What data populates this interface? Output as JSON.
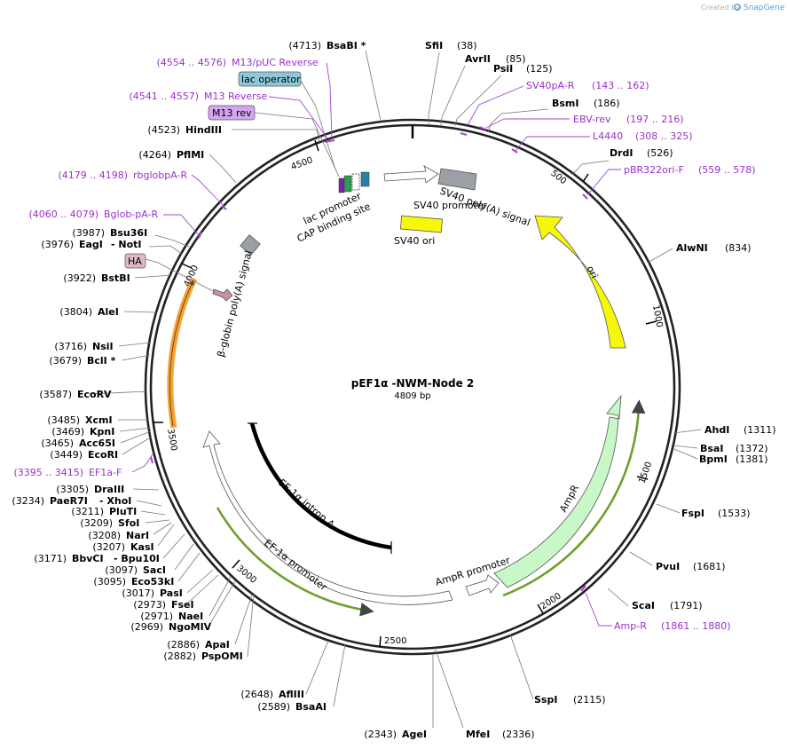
{
  "credit": {
    "created_by": "Created by",
    "brand": "SnapGene"
  },
  "plasmid": {
    "name": "pEF1α -NWM-Node 2",
    "length": "4809 bp"
  },
  "ruler": [
    "500",
    "1000",
    "1500",
    "2000",
    "2500",
    "3000",
    "3500",
    "4000",
    "4500"
  ],
  "features": {
    "sv40_polya": "SV40 poly(A) signal",
    "sv40_promoter": "SV40 promoter",
    "sv40_ori": "SV40 ori",
    "ori": "ori",
    "ampr": "AmpR",
    "ampr_promoter": "AmpR promoter",
    "ef1a_promoter": "EF-1α promoter",
    "ef1a_intron": "EF-1α intron A",
    "bglobin": "β-globin poly(A) signal",
    "lac_promoter": "lac promoter",
    "cap_site": "CAP binding site",
    "lac_operator": "lac operator",
    "m13_rev": "M13 rev",
    "ha": "HA"
  },
  "enzymes_right": [
    {
      "name": "SfiI",
      "pos": "(38)"
    },
    {
      "name": "AvrII",
      "pos": "(85)"
    },
    {
      "name": "PsiI",
      "pos": "(125)"
    },
    {
      "name": "BsmI",
      "pos": "(186)"
    },
    {
      "name": "DrdI",
      "pos": "(526)"
    },
    {
      "name": "AlwNI",
      "pos": "(834)"
    },
    {
      "name": "AhdI",
      "pos": "(1311)"
    },
    {
      "name": "BsaI",
      "pos": "(1372)"
    },
    {
      "name": "BpmI",
      "pos": "(1381)"
    },
    {
      "name": "FspI",
      "pos": "(1533)"
    },
    {
      "name": "PvuI",
      "pos": "(1681)"
    },
    {
      "name": "ScaI",
      "pos": "(1791)"
    },
    {
      "name": "SspI",
      "pos": "(2115)"
    },
    {
      "name": "MfeI",
      "pos": "(2336)"
    }
  ],
  "primers_right": [
    {
      "name": "SV40pA-R",
      "range": "(143 .. 162)"
    },
    {
      "name": "EBV-rev",
      "range": "(197 .. 216)"
    },
    {
      "name": "L4440",
      "range": "(308 .. 325)"
    },
    {
      "name": "pBR322ori-F",
      "range": "(559 .. 578)"
    },
    {
      "name": "Amp-R",
      "range": "(1861 .. 1880)"
    }
  ],
  "enzymes_left": [
    {
      "pos": "(4713)",
      "name": "BsaBI *"
    },
    {
      "pos": "(4523)",
      "name": "HindIII"
    },
    {
      "pos": "(4264)",
      "name": "PflMI"
    },
    {
      "pos": "(3987)",
      "name": "Bsu36I"
    },
    {
      "pos": "(3976)",
      "name": "EagI",
      "extra": "- NotI"
    },
    {
      "pos": "(3922)",
      "name": "BstBI"
    },
    {
      "pos": "(3804)",
      "name": "AleI"
    },
    {
      "pos": "(3716)",
      "name": "NsiI"
    },
    {
      "pos": "(3679)",
      "name": "BclI *"
    },
    {
      "pos": "(3587)",
      "name": "EcoRV"
    },
    {
      "pos": "(3485)",
      "name": "XcmI"
    },
    {
      "pos": "(3469)",
      "name": "KpnI"
    },
    {
      "pos": "(3465)",
      "name": "Acc65I"
    },
    {
      "pos": "(3449)",
      "name": "EcoRI"
    },
    {
      "pos": "(3305)",
      "name": "DraIII"
    },
    {
      "pos": "(3234)",
      "name": "PaeR7I",
      "extra": "- XhoI"
    },
    {
      "pos": "(3211)",
      "name": "PluTI"
    },
    {
      "pos": "(3209)",
      "name": "SfoI"
    },
    {
      "pos": "(3208)",
      "name": "NarI"
    },
    {
      "pos": "(3207)",
      "name": "KasI"
    },
    {
      "pos": "(3171)",
      "name": "BbvCI",
      "extra": "- Bpu10I"
    },
    {
      "pos": "(3097)",
      "name": "SacI"
    },
    {
      "pos": "(3095)",
      "name": "Eco53kI"
    },
    {
      "pos": "(3017)",
      "name": "PasI"
    },
    {
      "pos": "(2973)",
      "name": "FseI"
    },
    {
      "pos": "(2971)",
      "name": "NaeI"
    },
    {
      "pos": "(2969)",
      "name": "NgoMIV"
    },
    {
      "pos": "(2886)",
      "name": "ApaI"
    },
    {
      "pos": "(2882)",
      "name": "PspOMI"
    },
    {
      "pos": "(2648)",
      "name": "AflIII"
    },
    {
      "pos": "(2589)",
      "name": "BsaAI"
    },
    {
      "pos": "(2343)",
      "name": "AgeI"
    }
  ],
  "primers_left": [
    {
      "range": "(4554 .. 4576)",
      "name": "M13/pUC Reverse"
    },
    {
      "range": "(4541 .. 4557)",
      "name": "M13 Reverse"
    },
    {
      "range": "(4179 .. 4198)",
      "name": "rbglobpA-R"
    },
    {
      "range": "(4060 .. 4079)",
      "name": "Bglob-pA-R"
    },
    {
      "range": "(3395 .. 3415)",
      "name": "EF1a-F"
    }
  ],
  "colors": {
    "backbone": "#222222",
    "ori": "#f7f70a",
    "ampr": "#c8f7c8",
    "primer": "#a545d6",
    "lac_operator": "#8cc8d8",
    "m13_rev": "#d4a5f0",
    "ha": "#e0b8c4",
    "orf": "#7fb829",
    "orf_orange": "#f2a33a",
    "feature_gray": "#9aa0a6",
    "brand": "#4aa3df"
  }
}
